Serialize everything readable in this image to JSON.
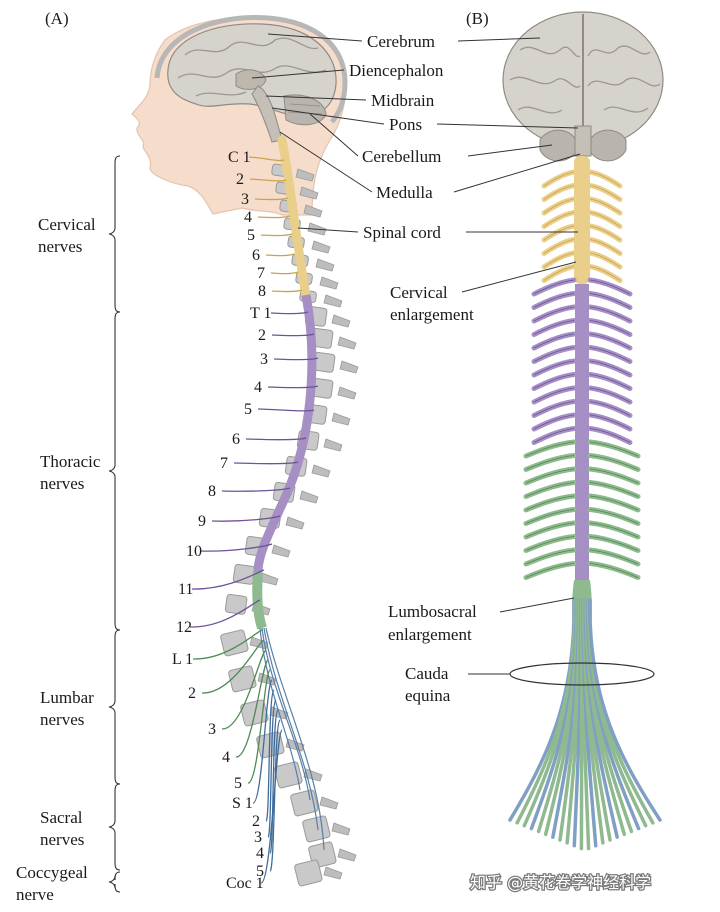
{
  "panels": {
    "a_label": "(A)",
    "b_label": "(B)"
  },
  "structures": {
    "cerebrum": "Cerebrum",
    "diencephalon": "Diencephalon",
    "midbrain": "Midbrain",
    "pons": "Pons",
    "cerebellum": "Cerebellum",
    "medulla": "Medulla",
    "spinal_cord": "Spinal cord",
    "cervical_enlargement": [
      "Cervical",
      "enlargement"
    ],
    "lumbosacral_enlargement": [
      "Lumbosacral",
      "enlargement"
    ],
    "cauda_equina": [
      "Cauda",
      "equina"
    ]
  },
  "nerve_groups": [
    {
      "key": "cervical",
      "lines": [
        "Cervical",
        "nerves"
      ]
    },
    {
      "key": "thoracic",
      "lines": [
        "Thoracic",
        "nerves"
      ]
    },
    {
      "key": "lumbar",
      "lines": [
        "Lumbar",
        "nerves"
      ]
    },
    {
      "key": "sacral",
      "lines": [
        "Sacral",
        "nerves"
      ]
    },
    {
      "key": "coccygeal",
      "lines": [
        "Coccygeal",
        "nerve"
      ]
    }
  ],
  "segments": {
    "cervical": [
      "C 1",
      "2",
      "3",
      "4",
      "5",
      "6",
      "7",
      "8"
    ],
    "thoracic": [
      "T 1",
      "2",
      "3",
      "4",
      "5",
      "6",
      "7",
      "8",
      "9",
      "10",
      "11",
      "12"
    ],
    "lumbar": [
      "L 1",
      "2",
      "3",
      "4",
      "5"
    ],
    "sacral": [
      "S 1",
      "2",
      "3",
      "4",
      "5"
    ],
    "coccygeal": [
      "Coc 1"
    ]
  },
  "colors": {
    "cervical": "#e9cf8a",
    "thoracic": "#a58fc4",
    "lumbar": "#8fb98e",
    "sacral": "#7f9fc4",
    "bone": "#c9c9c9",
    "skin": "#f6dccb",
    "brain": "#d6d3cd"
  },
  "watermark": "知乎 @黄花卷学神经科学"
}
